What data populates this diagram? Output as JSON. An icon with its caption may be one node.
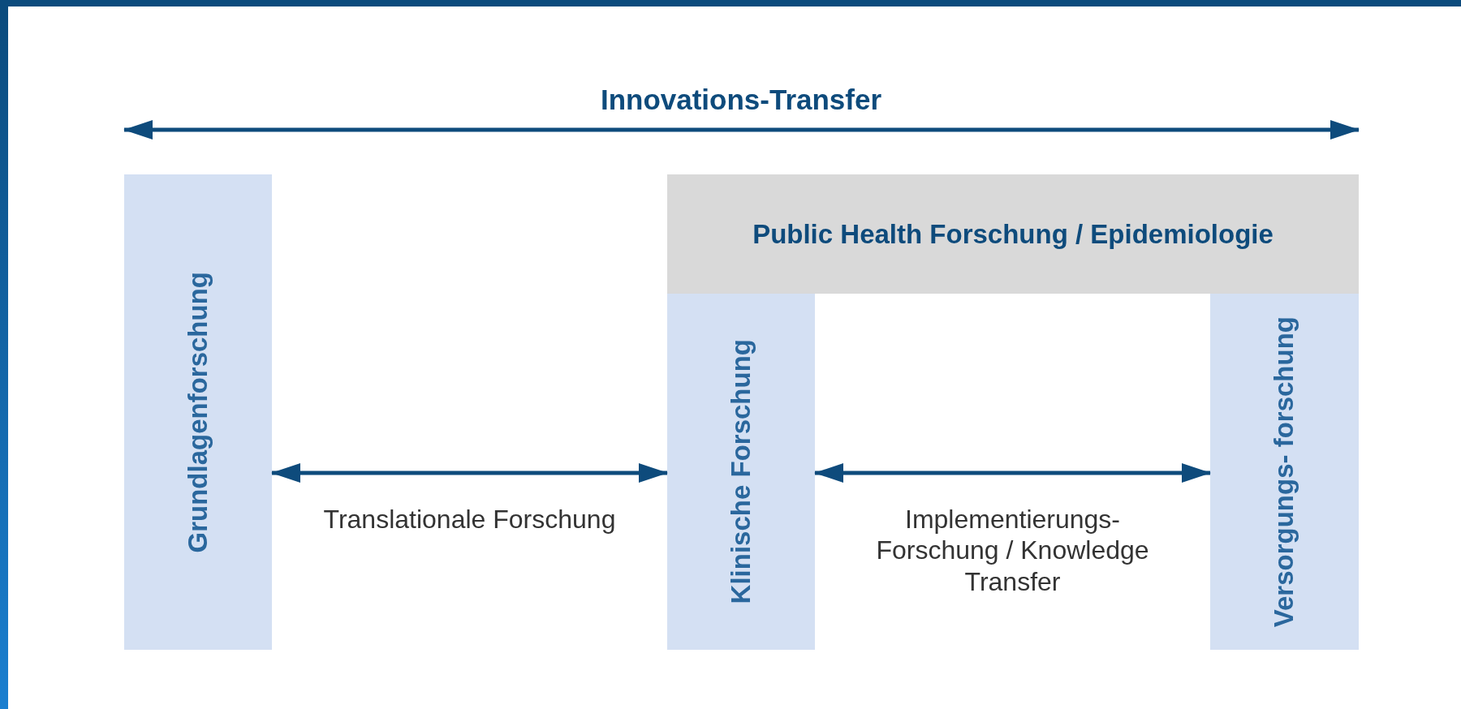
{
  "diagram": {
    "nodes": [
      {
        "text": [
          "Grundlagenforschung"
        ]
      },
      {
        "text": [
          "Public Health Forschung / Epidemiologie"
        ]
      },
      {
        "text": [
          "Klinische Forschung"
        ]
      },
      {
        "text": [
          "Versorgungs- forschung"
        ]
      }
    ],
    "edges": [
      {
        "from": 0,
        "to": 2,
        "arrow": "both",
        "label": "Translationale Forschung"
      },
      {
        "from": 2,
        "to": 3,
        "arrow": "both",
        "label": "Implementierungs- Forschung / Knowledge Transfer"
      }
    ],
    "labels": [
      "Innovations-Transfer"
    ]
  }
}
